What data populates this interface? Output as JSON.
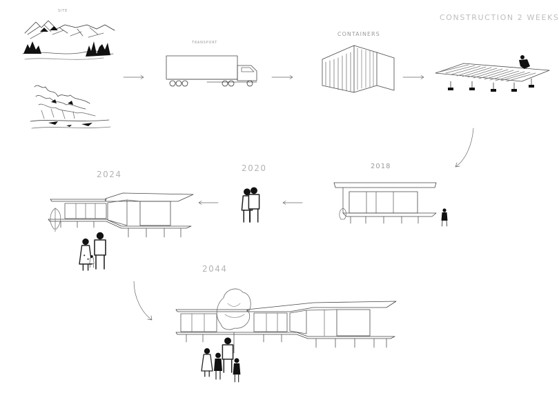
{
  "title": "CONSTRUCTION 2 WEEKS",
  "labels": {
    "site": "SITE",
    "transport": "TRANSPORT",
    "containers": "CONTAINERS"
  },
  "years": [
    "2018",
    "2020",
    "2024",
    "2044"
  ],
  "colors": {
    "ink": "#111111",
    "line": "#555555",
    "label": "#9a9a9a"
  }
}
